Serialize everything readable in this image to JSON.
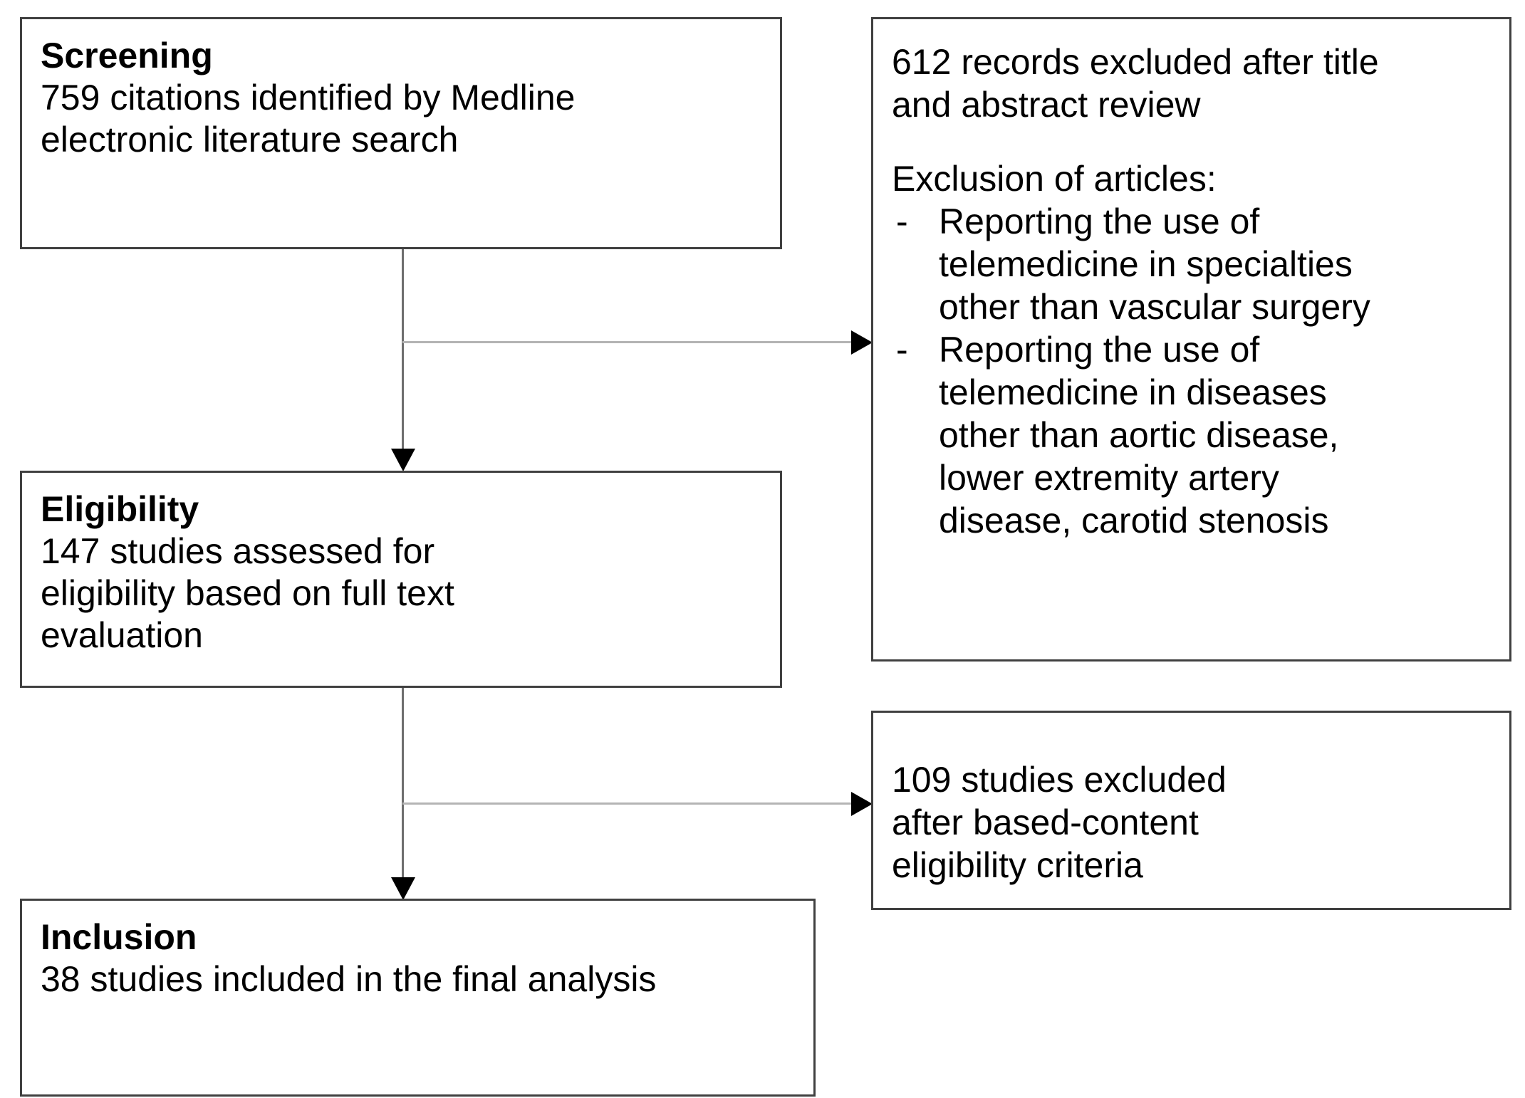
{
  "diagram": {
    "type": "prisma-flow-diagram",
    "nodes": {
      "screening": {
        "title": "Screening",
        "lines": [
          "759 citations identified by Medline",
          "electronic literature search"
        ]
      },
      "eligibility": {
        "title": "Eligibility",
        "lines": [
          "147 studies assessed for",
          "eligibility based on full text",
          "evaluation"
        ]
      },
      "inclusion": {
        "title": "Inclusion",
        "lines": [
          "38 studies included in the final analysis"
        ]
      },
      "excluded_title_abstract": {
        "intro_lines": [
          "612 records excluded after title",
          "and abstract review"
        ],
        "list_heading": "Exclusion of articles:",
        "bullet_marker": "-",
        "bullets": [
          {
            "lines": [
              "Reporting the use of",
              "telemedicine in specialties",
              "other than vascular surgery"
            ]
          },
          {
            "lines": [
              "Reporting the use of",
              "telemedicine in diseases",
              "other than aortic disease,",
              "lower extremity artery",
              "disease, carotid stenosis"
            ]
          }
        ]
      },
      "excluded_content": {
        "lines": [
          "109 studies excluded",
          "after based-content",
          "eligibility criteria"
        ]
      }
    },
    "connectors": [
      {
        "name": "screening-to-eligibility",
        "kind": "arrow-down"
      },
      {
        "name": "screening-to-excluded-title-abstract",
        "kind": "arrow-right"
      },
      {
        "name": "eligibility-to-inclusion",
        "kind": "arrow-down"
      },
      {
        "name": "eligibility-to-excluded-content",
        "kind": "arrow-right"
      }
    ],
    "colors": {
      "box_border": "#404040",
      "connector_vertical": "#6e6e6e",
      "connector_horizontal": "#b4b4b4",
      "arrowhead": "#000000",
      "text": "#000000",
      "background": "#ffffff"
    }
  }
}
